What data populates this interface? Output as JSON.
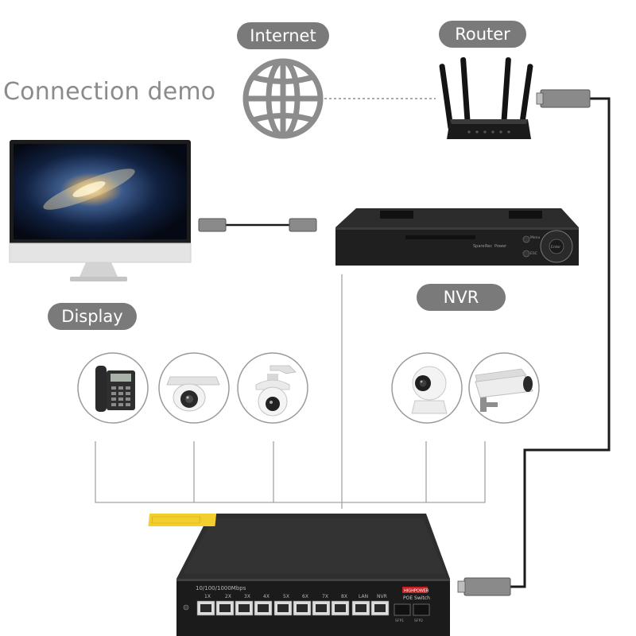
{
  "title": "Connection demo",
  "labels": {
    "internet": "Internet",
    "router": "Router",
    "display": "Display",
    "nvr": "NVR"
  },
  "switch": {
    "speed_label": "10/100/1000Mbps",
    "port_labels": [
      "1X",
      "2X",
      "3X",
      "4X",
      "5X",
      "6X",
      "7X",
      "8X",
      "LAN",
      "NVR"
    ],
    "brand_label": "HIGHPOWER",
    "model_label": "POE Switch",
    "sfp_labels": [
      "SFP1",
      "SFP2"
    ]
  },
  "nvr_device": {
    "button_labels": [
      "Spare",
      "Rec",
      "Power",
      "Menu",
      "ESC",
      "Enter"
    ]
  },
  "colors": {
    "label_bg": "#7a7a7a",
    "line": "#9a9a9a",
    "cable": "#1a1a1a",
    "device_dark": "#1f1f1f"
  },
  "icons": [
    "globe-icon",
    "router-icon",
    "monitor-icon",
    "nvr-icon",
    "phone-icon",
    "dome-camera-icon",
    "ptz-camera-icon",
    "home-camera-icon",
    "bullet-camera-icon",
    "poe-switch-icon"
  ]
}
